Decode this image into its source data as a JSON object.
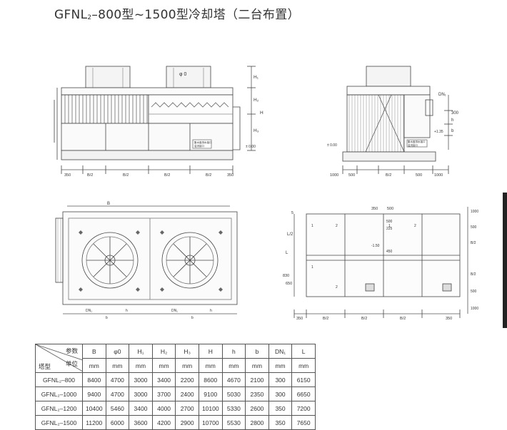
{
  "title": {
    "main": "GFNL",
    "sub": "2",
    "rest": "–800型~1500型冷却塔（二台布置）"
  },
  "front_view": {
    "phi_label": "φ 0",
    "h_labels": [
      "H₁",
      "H₂",
      "H₃",
      "H"
    ],
    "level": "± 0.00",
    "note": [
      "集水盘排水接口",
      "溢流接口"
    ],
    "dims": [
      "350",
      "B/2",
      "B/2",
      "B/2",
      "B/2",
      "350"
    ]
  },
  "side_view": {
    "dn_label": "DN₁",
    "dims_v": [
      "300",
      "h",
      "b"
    ],
    "levels": [
      "+1.35",
      "± 0.00"
    ],
    "note": [
      "集水盘排水接口",
      "溢流接口"
    ],
    "dims": [
      "1000",
      "500",
      "B/2",
      "500",
      "1000"
    ]
  },
  "plan_view": {
    "top_label": "B",
    "dn_labels": [
      "DN₁",
      "b",
      "h",
      "DN₁",
      "b",
      "h"
    ],
    "colors": {
      "line": "#444444",
      "light": "#888888"
    }
  },
  "foundation_view": {
    "top": [
      "5",
      "350",
      "500"
    ],
    "left": [
      "L/2",
      "L",
      "830",
      "650"
    ],
    "right": [
      "1000",
      "500",
      "B/2",
      "B/2",
      "500",
      "1000"
    ],
    "inner": [
      "-1.50",
      "450",
      "225",
      "500"
    ],
    "bottom": [
      "350",
      "B/2",
      "B/2",
      "B/2",
      "350"
    ],
    "cells": [
      "1",
      "2",
      "1",
      "2",
      "1",
      "2"
    ]
  },
  "table": {
    "corner": {
      "param": "参数",
      "unit": "单位",
      "model": "塔型"
    },
    "headers": [
      "B",
      "φ0",
      "H₁",
      "H₂",
      "H₃",
      "H",
      "h",
      "b",
      "DN₁",
      "L"
    ],
    "units": [
      "mm",
      "mm",
      "mm",
      "mm",
      "mm",
      "mm",
      "mm",
      "mm",
      "mm",
      "mm"
    ],
    "rows": [
      {
        "model": "GFNL₂–800",
        "values": [
          "8400",
          "4700",
          "3000",
          "3400",
          "2200",
          "8600",
          "4670",
          "2100",
          "300",
          "6150"
        ]
      },
      {
        "model": "GFNL₂–1000",
        "values": [
          "9400",
          "4700",
          "3000",
          "3700",
          "2400",
          "9100",
          "5030",
          "2350",
          "300",
          "6650"
        ]
      },
      {
        "model": "GFNL₂–1200",
        "values": [
          "10400",
          "5460",
          "3400",
          "4000",
          "2700",
          "10100",
          "5330",
          "2600",
          "350",
          "7200"
        ]
      },
      {
        "model": "GFNL₂–1500",
        "values": [
          "11200",
          "6000",
          "3600",
          "4200",
          "2900",
          "10700",
          "5530",
          "2800",
          "350",
          "7650"
        ]
      }
    ]
  }
}
